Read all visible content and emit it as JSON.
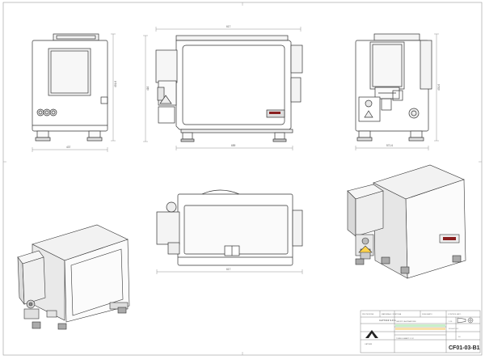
{
  "sheet": {
    "background": "#ffffff",
    "line_color": "#333333",
    "accent": "#8a1f1f"
  },
  "title_block": {
    "company": "CATTANI S.P.A.",
    "company_short": "CATTANI",
    "drawing_number": "CF01-03-B1",
    "scale": "1:10",
    "sheet_label": "FOGLIO 1/1",
    "header_row": [
      "PROTEZIONE",
      "MATERIALE / FINITURA",
      "DISEGNATO",
      "CONTROLLATO"
    ],
    "description_1": "GRUPPO ASPIRAZIONE",
    "description_2": "TURBO-SMART 2 C/C",
    "revision": "00"
  },
  "dimensions": {
    "front_height": "491.6",
    "front_width": "437",
    "side_width": "617",
    "side_height": "416",
    "side_bottom": "659",
    "back_height": "491.6",
    "back_width": "571.6",
    "top_width": "617"
  }
}
